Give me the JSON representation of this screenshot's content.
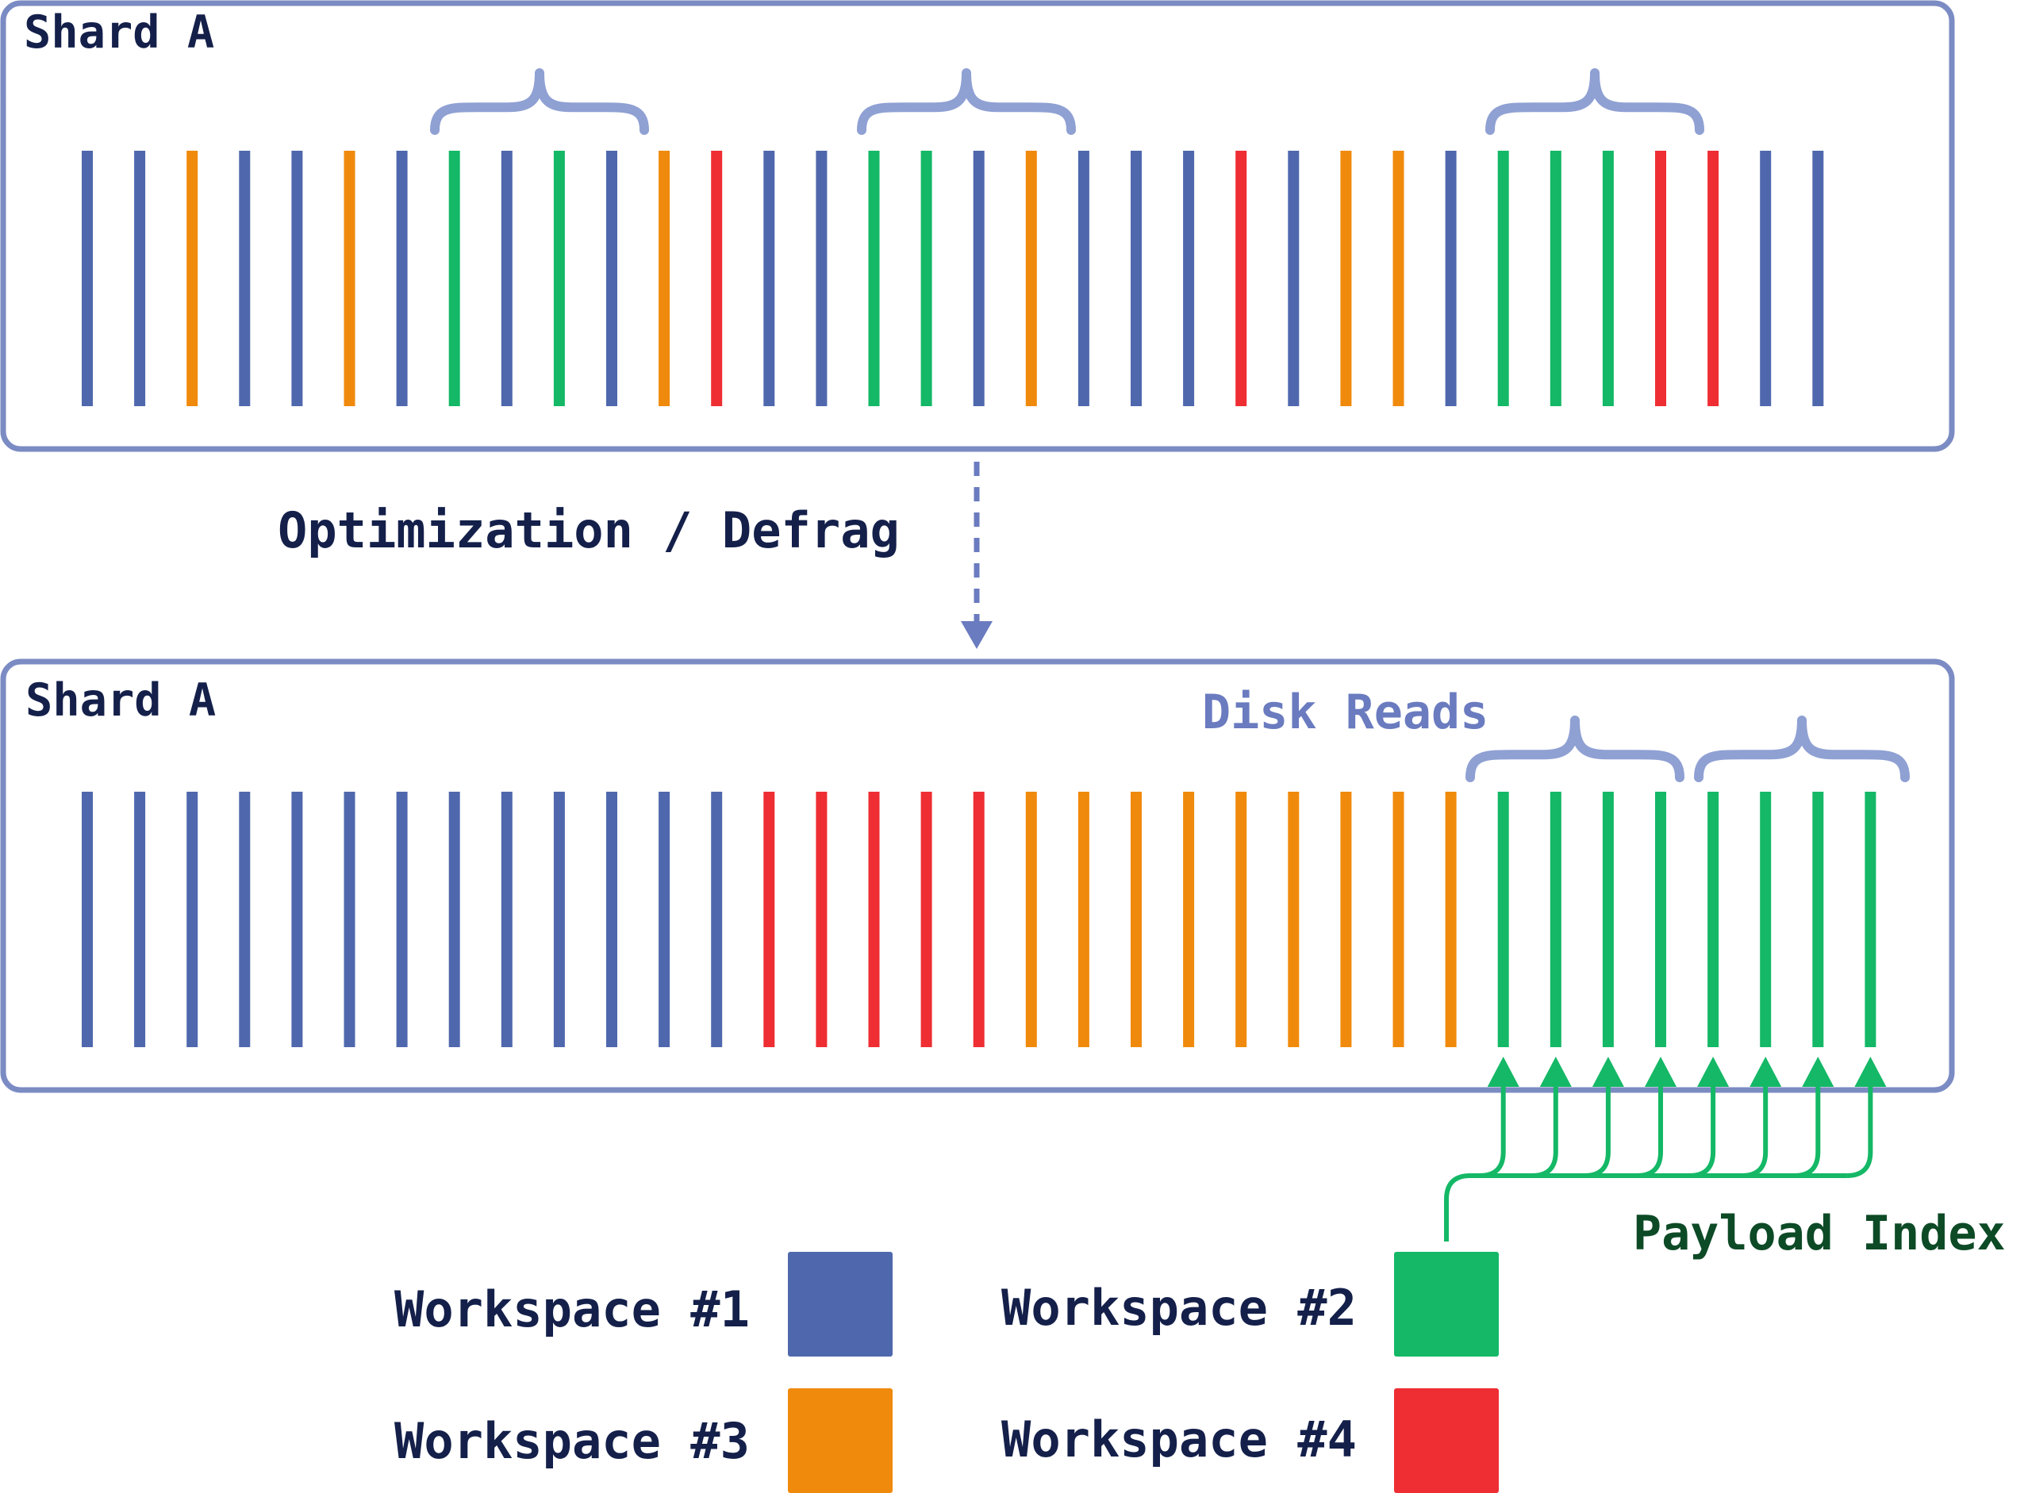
{
  "colors": {
    "frame": "#7b8bc3",
    "text_dark": "#14204a",
    "text_accent": "#6a7bbf",
    "payload_text": "#0d4a26",
    "arrow_green": "#14b866",
    "ws1": "#4f68ad",
    "ws2": "#14b866",
    "ws3": "#f08a0c",
    "ws4": "#ee2e33"
  },
  "top_shard": {
    "title": "Shard A",
    "bars": [
      "ws1",
      "ws1",
      "ws3",
      "ws1",
      "ws1",
      "ws3",
      "ws1",
      "ws2",
      "ws1",
      "ws2",
      "ws1",
      "ws3",
      "ws4",
      "ws1",
      "ws1",
      "ws2",
      "ws2",
      "ws1",
      "ws3",
      "ws1",
      "ws1",
      "ws1",
      "ws4",
      "ws1",
      "ws3",
      "ws3",
      "ws1",
      "ws2",
      "ws2",
      "ws2",
      "ws4",
      "ws4",
      "ws1",
      "ws1"
    ]
  },
  "transition": {
    "label": "Optimization / Defrag"
  },
  "bottom_shard": {
    "title": "Shard A",
    "disk_reads_label": "Disk Reads",
    "bars": [
      "ws1",
      "ws1",
      "ws1",
      "ws1",
      "ws1",
      "ws1",
      "ws1",
      "ws1",
      "ws1",
      "ws1",
      "ws1",
      "ws1",
      "ws1",
      "ws4",
      "ws4",
      "ws4",
      "ws4",
      "ws4",
      "ws3",
      "ws3",
      "ws3",
      "ws3",
      "ws3",
      "ws3",
      "ws3",
      "ws3",
      "ws3",
      "ws2",
      "ws2",
      "ws2",
      "ws2",
      "ws2",
      "ws2",
      "ws2",
      "ws2"
    ]
  },
  "payload_index": {
    "label": "Payload Index"
  },
  "legend": [
    {
      "label": "Workspace #1",
      "color_key": "ws1"
    },
    {
      "label": "Workspace #2",
      "color_key": "ws2"
    },
    {
      "label": "Workspace #3",
      "color_key": "ws3"
    },
    {
      "label": "Workspace #4",
      "color_key": "ws4"
    }
  ]
}
